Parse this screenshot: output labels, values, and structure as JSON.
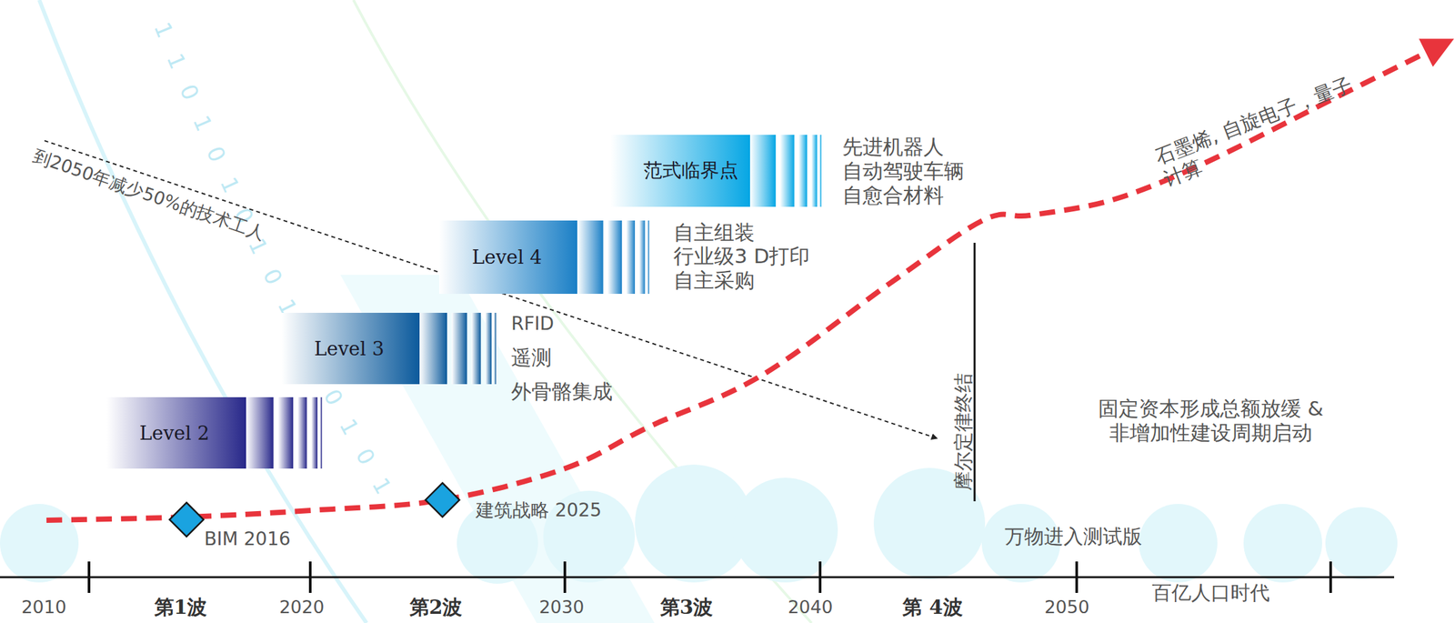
{
  "diagram": {
    "nodes": [
      {
        "text": [
          "Level 2"
        ]
      },
      {
        "text": [
          "Level 3"
        ]
      },
      {
        "text": [
          "Level 4"
        ]
      },
      {
        "text": [
          "范式临界点"
        ]
      },
      {
        "text": [
          "BIM 2016"
        ]
      },
      {
        "text": [
          "建筑战略 2025"
        ]
      }
    ],
    "edges": [],
    "labels": [
      "到2050年减少50%的技术工人",
      "RFID",
      "遥测",
      "外骨骼集成",
      "自主组装",
      "行业级3 D打印",
      "自主采购",
      "先进机器人",
      "自动驾驶车辆",
      "自愈合材料",
      "石墨烯, 自旋电子，量子计算",
      "摩尔定律终结",
      "固定资本形成总额放缓 & 非增加性建设周期启动",
      "万物进入测试版",
      "2010",
      "第1波",
      "2020",
      "第2波",
      "2030",
      "第3波",
      "2040",
      "第 4波",
      "2050",
      "百亿人口时代",
      "1101010101010101"
    ]
  }
}
